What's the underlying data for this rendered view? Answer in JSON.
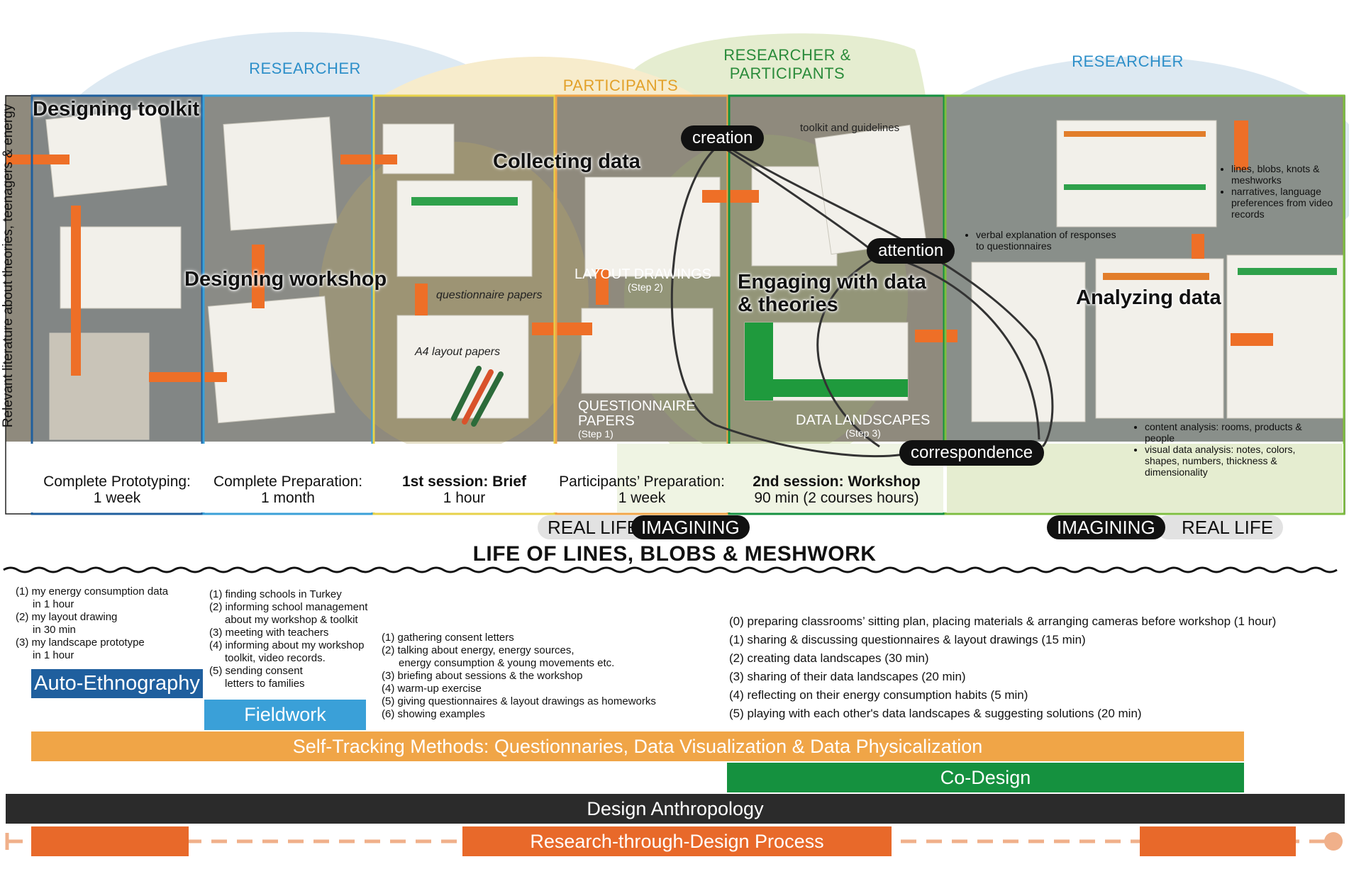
{
  "roles": {
    "researcher_left": "RESEARCHER",
    "researcher_participants": "RESEARCHER & PARTICIPANTS",
    "participants": "PARTICIPANTS",
    "researcher_right": "RESEARCHER"
  },
  "side_label": "Relevant literature about theories, teenagers & energy",
  "phases": [
    {
      "title": "Designing toolkit",
      "bottom_title": "Complete Prototyping:",
      "duration": "1 week"
    },
    {
      "title": "Designing workshop",
      "bottom_title": "Complete Preparation:",
      "duration": "1 month"
    },
    {
      "title": "Collecting data",
      "bottom_title": "1st session: Brief",
      "duration": "1 hour"
    },
    {
      "title": "",
      "bottom_title": "Participants’ Preparation:",
      "duration": "1 week"
    },
    {
      "title": "Engaging with data & theories",
      "bottom_title": "2nd session: Workshop",
      "duration": "90 min (2 courses hours)"
    },
    {
      "title": "Analyzing data",
      "bottom_title": "",
      "duration": ""
    }
  ],
  "pills": {
    "creation": "creation",
    "attention": "attention",
    "correspondence": "correspondence"
  },
  "photo_labels": {
    "questionnaire_papers_italic": "questionnaire papers",
    "a4_layout_papers": "A4 layout papers",
    "layout_drawings": "LAYOUT DRAWINGS",
    "layout_drawings_step": "(Step 2)",
    "questionnaire_papers": "QUESTIONNAIRE PAPERS",
    "questionnaire_papers_step": "(Step 1)",
    "data_landscapes": "DATA LANDSCAPES",
    "data_landscapes_step": "(Step 3)",
    "toolkit_guidelines": "toolkit and guidelines"
  },
  "notes": {
    "verbal": "verbal explanation of responses to questionnaires",
    "analysis_top": [
      "lines, blobs, knots & meshworks",
      "narratives, language preferences from video records"
    ],
    "analysis_bottom": [
      "content analysis: rooms, products & people",
      "visual data analysis: notes, colors, shapes, numbers, thickness & dimensionality"
    ]
  },
  "real_imagining": {
    "left_real": "REAL LIFE",
    "left_imag": "IMAGINING",
    "right_imag": "IMAGINING",
    "right_real": "REAL LIFE"
  },
  "life_of_lines": "LIFE OF LINES, BLOBS & MESHWORK",
  "steps": {
    "auto": [
      "(1) my energy consumption data",
      "in 1 hour",
      "(2) my layout drawing",
      "in 30 min",
      "(3) my landscape prototype",
      "in 1 hour"
    ],
    "fieldwork": [
      "(1) finding schools in Turkey",
      "(2) informing school management",
      "about my workshop & toolkit",
      "(3) meeting with teachers",
      "(4) informing about my workshop",
      "toolkit, video records.",
      "(5) sending consent",
      "letters to families"
    ],
    "brief": [
      "(1) gathering consent letters",
      "(2) talking about energy, energy sources,",
      "energy consumption & young movements etc.",
      "(3) briefing about sessions & the workshop",
      "(4) warm-up exercise",
      "(5) giving questionnaires & layout drawings as homeworks",
      "(6) showing examples"
    ],
    "workshop": [
      "(0) preparing classrooms’ sitting plan, placing materials & arranging cameras before workshop (1 hour)",
      "(1) sharing & discussing questionnaires & layout drawings (15 min)",
      "(2) creating data landscapes (30 min)",
      "(3) sharing of their data landscapes (20 min)",
      "(4) reflecting on their energy consumption habits (5 min)",
      "(5) playing with each other's data landscapes & suggesting solutions (20 min)"
    ]
  },
  "bars": {
    "auto_ethnography": "Auto-Ethnography",
    "fieldwork": "Fieldwork",
    "self_tracking": "Self-Tracking Methods: Questionnaries, Data Visualization & Data Physicalization",
    "co_design": "Co-Design",
    "design_anthropology": "Design Anthropology",
    "rtd": "Research-through-Design Process"
  },
  "colors": {
    "blue_dark": "#1f5f9e",
    "blue_light": "#3aa0d8",
    "orange": "#f0a547",
    "green": "#15913f",
    "black": "#2b2b2b",
    "rtd_orange": "#e8692a"
  }
}
